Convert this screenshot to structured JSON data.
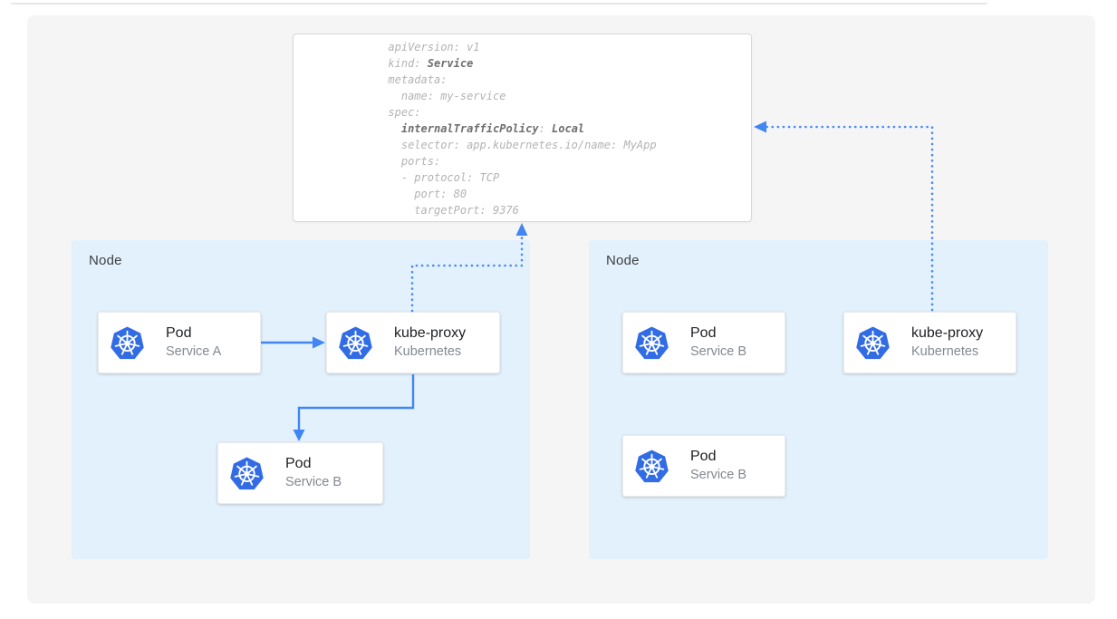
{
  "yaml": {
    "lines": [
      [
        {
          "t": "apiVersion: v1",
          "b": false
        }
      ],
      [
        {
          "t": "kind: ",
          "b": false
        },
        {
          "t": "Service",
          "b": true
        }
      ],
      [
        {
          "t": "metadata:",
          "b": false
        }
      ],
      [
        {
          "t": "  name: my-service",
          "b": false
        }
      ],
      [
        {
          "t": "spec:",
          "b": false
        }
      ],
      [
        {
          "t": "  ",
          "b": false
        },
        {
          "t": "internalTrafficPolicy",
          "b": true
        },
        {
          "t": ": ",
          "b": false
        },
        {
          "t": "Local",
          "b": true
        }
      ],
      [
        {
          "t": "  selector: app.kubernetes.io/name: MyApp",
          "b": false
        }
      ],
      [
        {
          "t": "  ports:",
          "b": false
        }
      ],
      [
        {
          "t": "  - protocol: TCP",
          "b": false
        }
      ],
      [
        {
          "t": "    port: 80",
          "b": false
        }
      ],
      [
        {
          "t": "    targetPort: 9376",
          "b": false
        }
      ]
    ]
  },
  "nodes": {
    "left_label": "Node",
    "right_label": "Node"
  },
  "cards": {
    "pod_a": {
      "title": "Pod",
      "subtitle": "Service A"
    },
    "kube_proxy_left": {
      "title": "kube-proxy",
      "subtitle": "Kubernetes"
    },
    "pod_b_left": {
      "title": "Pod",
      "subtitle": "Service B"
    },
    "pod_b_right_top": {
      "title": "Pod",
      "subtitle": "Service B"
    },
    "kube_proxy_right": {
      "title": "kube-proxy",
      "subtitle": "Kubernetes"
    },
    "pod_b_right_bottom": {
      "title": "Pod",
      "subtitle": "Service B"
    }
  },
  "icons": {
    "kubernetes": "blue-heptagon-with-white-helm-wheel"
  },
  "connectors": {
    "pod_a_to_kube_proxy": "solid-arrow-right",
    "kube_proxy_to_pod_b": "solid-elbow-arrow-down",
    "kube_proxy_left_to_service_yaml": "dotted-elbow-arrow-up",
    "kube_proxy_right_to_service_yaml": "dotted-elbow-arrow-left"
  },
  "colors": {
    "accent_blue": "#4285f4",
    "kubernetes_blue": "#326ce5",
    "node_fill": "#e3f1fd",
    "panel_fill": "#f5f5f6",
    "card_bg": "#ffffff",
    "code_text": "#b3b3b3",
    "code_bold_text": "#6e6e6e",
    "label_text": "#3c4043",
    "subtitle_text": "#84898f"
  }
}
